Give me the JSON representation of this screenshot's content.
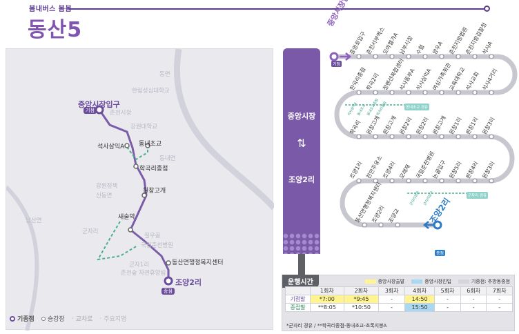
{
  "header": {
    "brand": "봄내버스 봄봄",
    "route_name": "동산5"
  },
  "map": {
    "stops": {
      "start": "중앙시장입구",
      "start_tag": "기점",
      "s2": "석사삼익A",
      "s3": "동내초교",
      "s4": "학곡리종점",
      "s5": "원창고개",
      "s6": "새술막",
      "s7": "동산면행정복지센터",
      "end": "조양2리",
      "end_tag": "종점"
    },
    "places": [
      "동면",
      "한림성심대학교",
      "춘천시청",
      "강원대학교",
      "동내면",
      "강원정책",
      "신동면",
      "군자리",
      "국립춘천병원",
      "칠우골",
      "춘천숲 자연휴양림",
      "남산면",
      "군자1리"
    ],
    "legend": {
      "terminal": "기종점",
      "stop": "승강장",
      "junction": "교차로",
      "landmark": "주요지명"
    }
  },
  "pillar": {
    "top": "중앙시장",
    "arrow": "⇅",
    "bottom": "조양2리"
  },
  "diagram": {
    "start": "중앙시장입구",
    "start_tag": "기점",
    "end": "조양2리",
    "end_tag": "종점",
    "row1": [
      "중앙로입구",
      "춘천서부역스",
      "모아엘가A",
      "남부시장",
      "수협",
      "양우A",
      "춘천지방법원",
      "춘천지방검찰청",
      "석사A"
    ],
    "row2": [
      "한국리종점",
      "학곡2리",
      "정벤션복합센터",
      "석사동부A",
      "석사삼익A",
      "여성가족회관",
      "교육대학교",
      "석사교회",
      "석사4거리"
    ],
    "row3": [
      "학곡리",
      "원창고개",
      "원창고개",
      "원창2리",
      "원창2리",
      "원창고개",
      "원창1리",
      "원창1리",
      "원창3리"
    ],
    "row4": [
      "조양1리",
      "천만주유소",
      "조양4리",
      "모래재",
      "국립춘천병원",
      "논골입구",
      "원창5리",
      "원창4리",
      "원창3리"
    ],
    "row5": [
      "동산면행정복지센터",
      "조양2리",
      "조양교"
    ],
    "mini_top": [
      "석사삼익A",
      "동내초교",
      "동내초교종점",
      "학곡리종점"
    ],
    "mini_top_box": "동내초교 경유",
    "mini_bottom": [
      "군자리정문",
      "군자리입구"
    ],
    "mini_bottom_box": "군자리 경유"
  },
  "schedule": {
    "title": "운행시간",
    "legend": {
      "a": "중앙시장출발",
      "b": "중앙시장진입",
      "c": "기종점: 추방동종점"
    },
    "headers": [
      "",
      "1회차",
      "2회차",
      "3회차",
      "4회차",
      "5회차",
      "6회차",
      "7회차"
    ],
    "rows": [
      {
        "label": "기점발",
        "cells": [
          "*7:00",
          "*9:45",
          "-",
          "14:50",
          "-",
          "-",
          "-"
        ]
      },
      {
        "label": "종점발",
        "cells": [
          "**8:05",
          "*10:50",
          "-",
          "15:50",
          "-",
          "-",
          "-"
        ]
      }
    ],
    "note": "*군자리 경유 / **학곡리종점-동내초교-초록지붕A"
  },
  "colors": {
    "brand_purple": "#7f55b1",
    "route_purple": "#6a4c9c",
    "branch_green": "#4caf8a",
    "end_blue": "#2c7bc4",
    "highlight_yellow": "#fff48f",
    "highlight_blue": "#a8d8f2"
  }
}
